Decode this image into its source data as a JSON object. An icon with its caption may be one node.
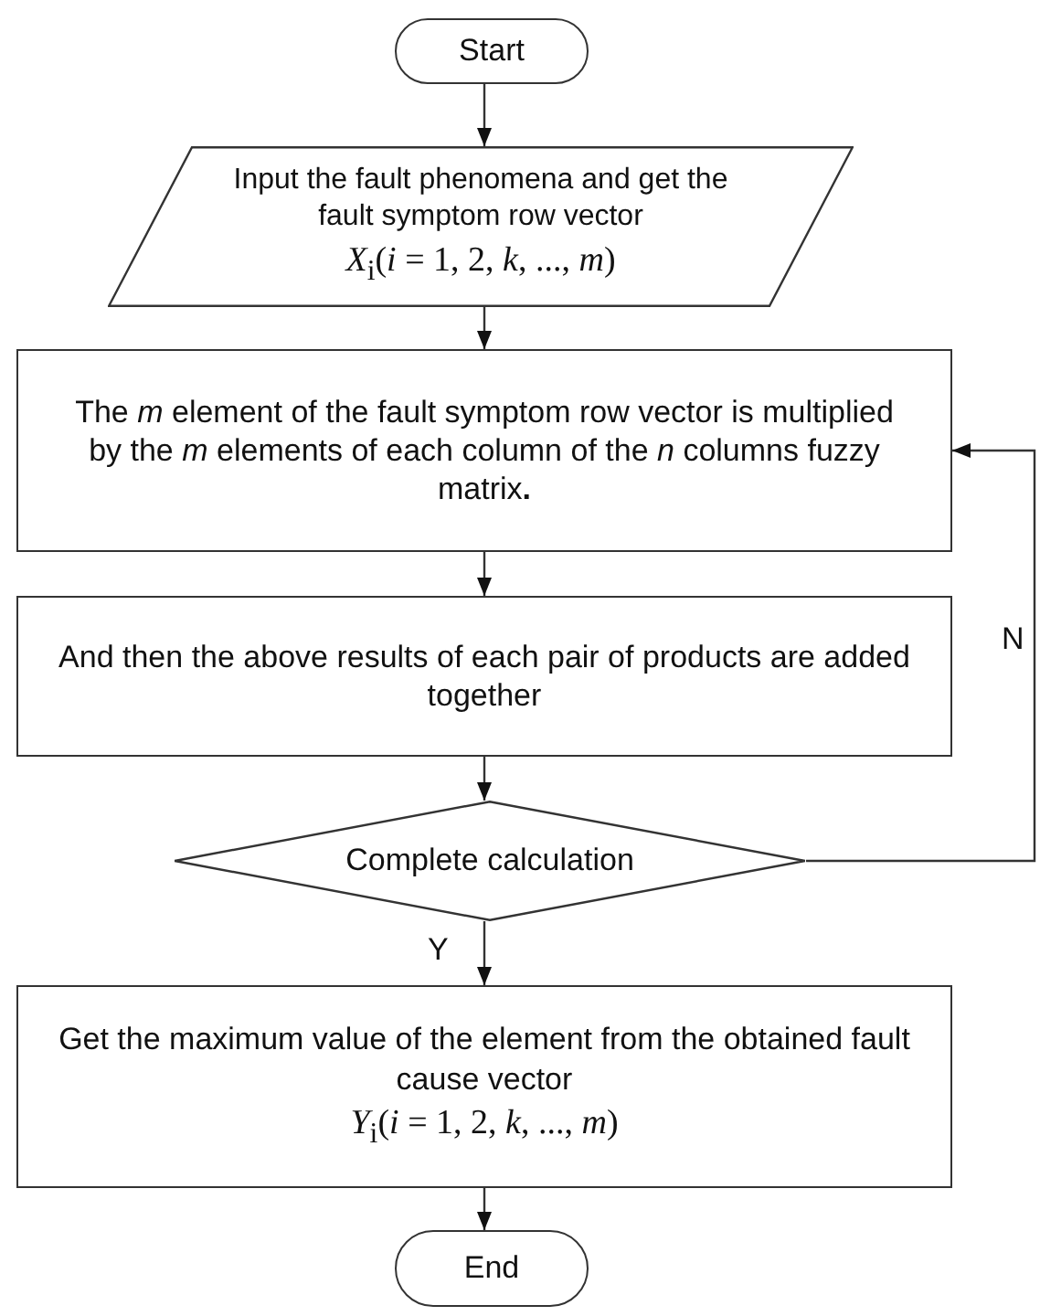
{
  "diagram": {
    "nodes": [
      {
        "text": [
          "Start"
        ]
      },
      {
        "text": [
          "Input the fault phenomena and get the fault symptom row vector",
          "*X*$_{i}$(*i* = 1, 2, *k*, ..., *m*)"
        ]
      },
      {
        "text": [
          "The *m* element of the fault symptom row vector is multiplied by the *m* elements of each column of the *n* columns fuzzy matrix**.**"
        ]
      },
      {
        "text": [
          "And then the above results of each pair of products are added together"
        ]
      },
      {
        "text": [
          "Complete calculation"
        ]
      },
      {
        "text": [
          "Get the maximum value of the element from the obtained fault cause vector",
          "*Y*$_{i}$(*i* = 1, 2, *k*, ..., *m*)"
        ]
      },
      {
        "text": [
          "End"
        ]
      }
    ],
    "edges": [
      {
        "from": 0,
        "to": 1,
        "arrow": "to"
      },
      {
        "from": 1,
        "to": 2,
        "arrow": "to"
      },
      {
        "from": 2,
        "to": 3,
        "arrow": "to"
      },
      {
        "from": 3,
        "to": 4,
        "arrow": "to"
      },
      {
        "from": 4,
        "to": 5,
        "arrow": "to",
        "label": "Y"
      },
      {
        "from": 4,
        "to": 2,
        "arrow": "to",
        "label": "N"
      },
      {
        "from": 5,
        "to": 6,
        "arrow": "to"
      }
    ]
  }
}
